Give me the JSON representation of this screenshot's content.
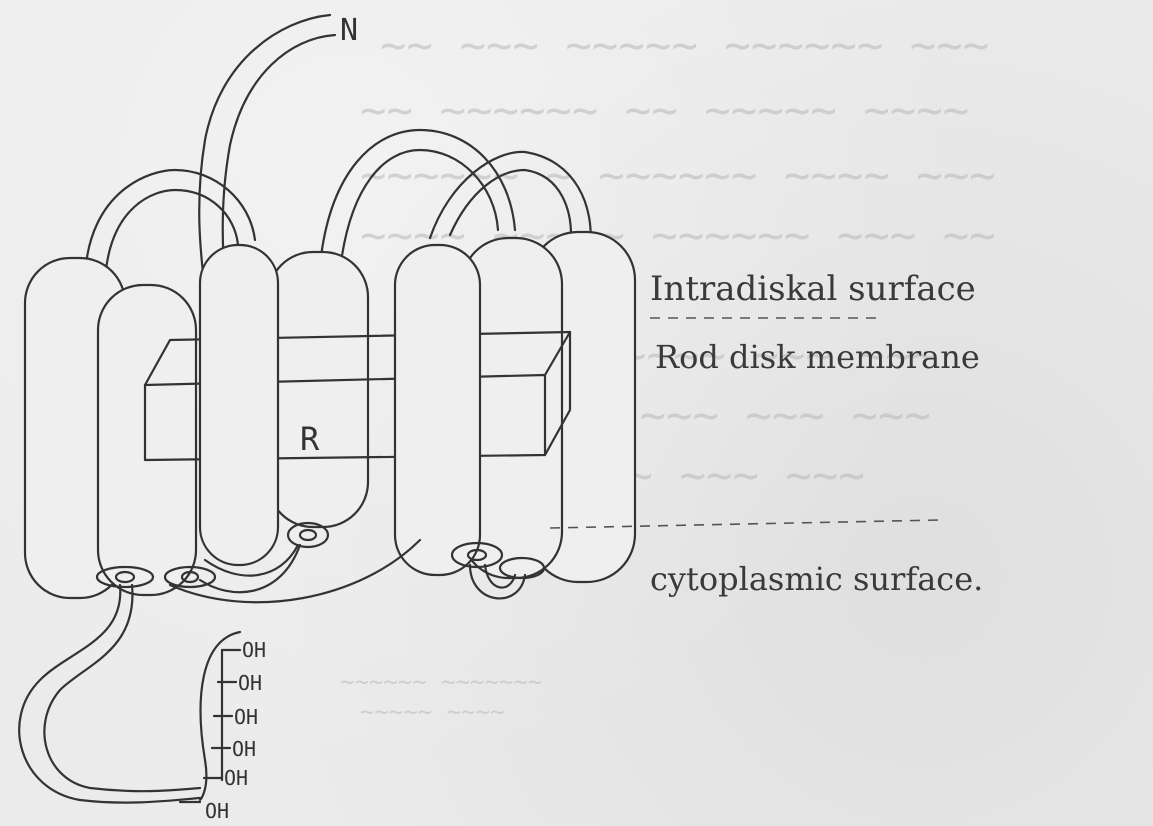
{
  "diagram": {
    "n_terminus_label": "N",
    "core_label": "R",
    "labels": {
      "intradiskal": "Intradiskal surface",
      "membrane": "Rod disk membrane",
      "cytoplasmic": "cytoplasmic surface."
    },
    "oh_groups": [
      "OH",
      "OH",
      "OH",
      "OH",
      "OH",
      "OH"
    ],
    "ink_color": "#333333",
    "paper_color": "#ebebeb"
  }
}
